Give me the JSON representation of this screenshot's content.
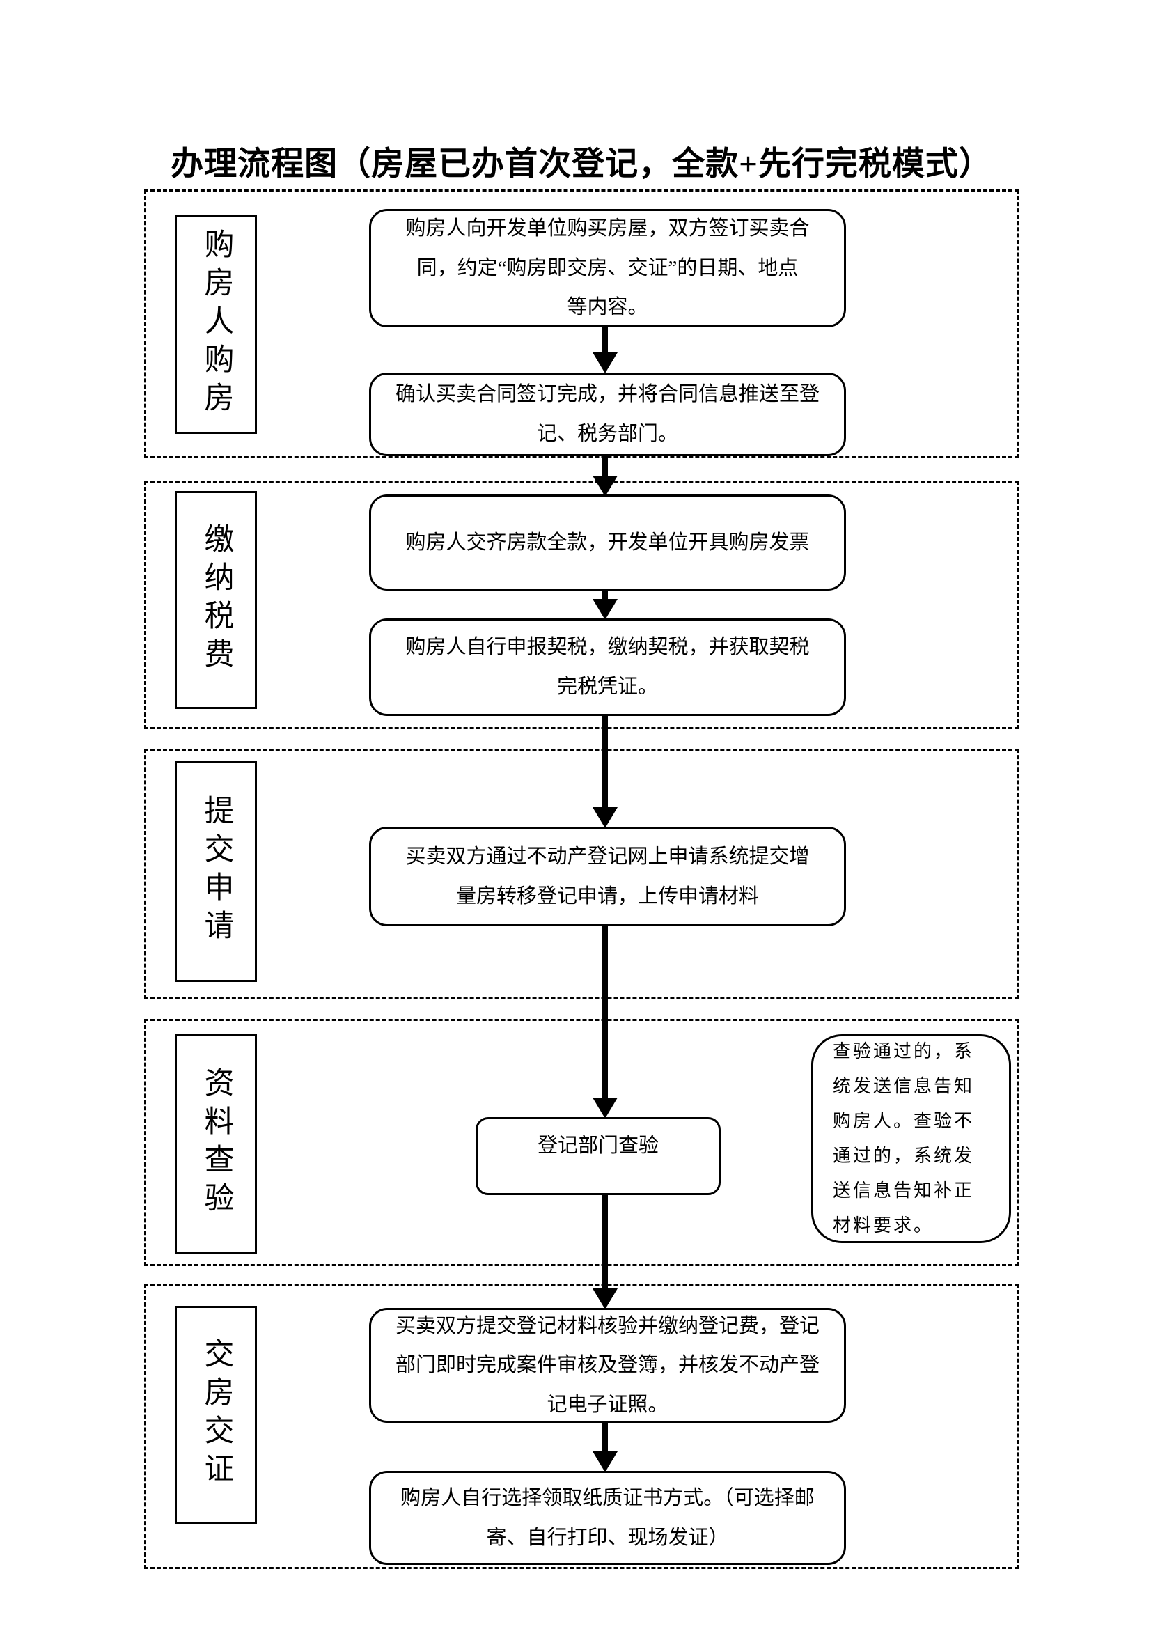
{
  "page": {
    "title": "办理流程图（房屋已办首次登记，全款+先行完税模式）"
  },
  "sections": [
    {
      "label": "购房人购房",
      "boxes": [
        {
          "text": "购房人向开发单位购买房屋，双方签订买卖合\n同，约定“购房即交房、交证”的日期、地点\n等内容。"
        },
        {
          "text": "确认买卖合同签订完成，并将合同信息推送至登\n记、税务部门。"
        }
      ]
    },
    {
      "label": "缴纳税费",
      "boxes": [
        {
          "text": "购房人交齐房款全款，开发单位开具购房发票"
        },
        {
          "text": "购房人自行申报契税，缴纳契税，并获取契税\n完税凭证。"
        }
      ]
    },
    {
      "label": "提交申请",
      "boxes": [
        {
          "text": "买卖双方通过不动产登记网上申请系统提交增\n量房转移登记申请，上传申请材料"
        }
      ]
    },
    {
      "label": "资料查验",
      "boxes": [
        {
          "text": "登记部门查验"
        }
      ],
      "note": "查验通过的，系\n统发送信息告知\n购房人。查验不\n通过的，系统发\n送信息告知补正\n材料要求。"
    },
    {
      "label": "交房交证",
      "boxes": [
        {
          "text": "买卖双方提交登记材料核验并缴纳登记费，登记\n部门即时完成案件审核及登簿，并核发不动产登\n记电子证照。"
        },
        {
          "text": "购房人自行选择领取纸质证书方式。（可选择邮\n寄、自行打印、现场发证）"
        }
      ]
    }
  ],
  "colors": {
    "ink": "#000000",
    "background": "#ffffff"
  }
}
